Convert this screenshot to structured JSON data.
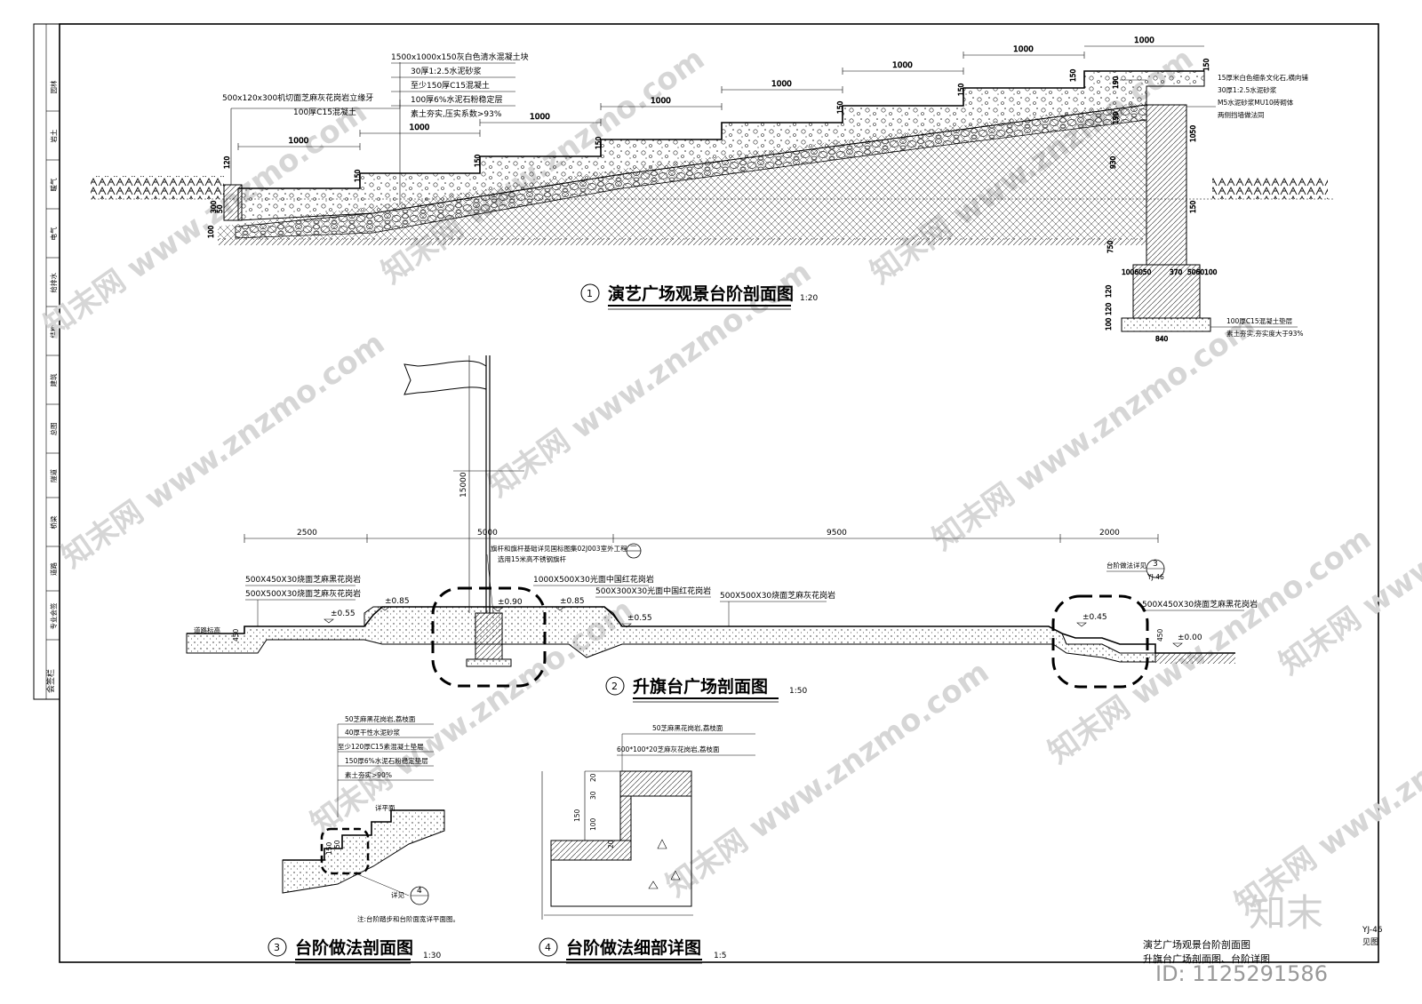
{
  "side_strip": {
    "labels": [
      "园林",
      "岩土",
      "暖气",
      "电气",
      "给排水",
      "结构",
      "建筑",
      "总图",
      "隧道",
      "桥梁",
      "道路",
      "专业会签"
    ],
    "signature_label": "会签栏"
  },
  "figure1": {
    "num": "1",
    "title": "演艺广场观景台阶剖面图",
    "scale": "1:20",
    "notes_left": [
      "500x120x300机切面芝麻灰花岗岩立缘牙",
      "100厚C15混凝土"
    ],
    "notes_center": [
      "1500x1000x150灰白色清水混凝土块",
      "30厚1:2.5水泥砂浆",
      "至少150厚C15混凝土",
      "100厚6%水泥石粉稳定层",
      "素土夯实,压实系数>93%"
    ],
    "notes_right": [
      "15厚米白色细条文化石,横向铺",
      "30厚1:2.5水泥砂浆",
      "M5水泥砂浆MU10砖砌体",
      "两侧挡墙做法同"
    ],
    "notes_bottom": [
      "100厚C15混凝土垫层",
      "素土夯实,夯实度大于93%"
    ],
    "dims": [
      "1000",
      "1000",
      "1000",
      "1000",
      "1000",
      "1000",
      "1000",
      "120",
      "150",
      "150",
      "150",
      "150",
      "150",
      "150",
      "100",
      "300",
      "50",
      "150",
      "190",
      "190",
      "1050",
      "150",
      "750",
      "120",
      "120",
      "100",
      "1006050",
      "370",
      "5060100",
      "840",
      "930"
    ]
  },
  "figure2": {
    "num": "2",
    "title": "升旗台广场剖面图",
    "scale": "1:50",
    "pole_height": "15000",
    "dims_top": [
      "2500",
      "5000",
      "9500",
      "2000"
    ],
    "notes": [
      "旗杆和旗杆基础详见国标图集02J003室外工程",
      "选用15米高不锈钢旗杆",
      "500X450X30烧面芝麻黑花岗岩",
      "500X500X30烧面芝麻灰花岗岩",
      "1000X500X30光面中国红花岗岩",
      "500X300X30光面中国红花岗岩",
      "500X500X30烧面芝麻灰花岗岩",
      "台阶做法详见",
      "500X450X30烧面芝麻黑花岗岩",
      "道路标高"
    ],
    "elevations": [
      "±0.85",
      "±0.55",
      "±0.90",
      "±0.85",
      "±0.55",
      "±0.45",
      "±0.00"
    ],
    "dims_side": [
      "450",
      "450"
    ],
    "ref_detail": "3",
    "ref_sheet": "YJ-46",
    "ref_pole": "一"
  },
  "figure3": {
    "num": "3",
    "title": "台阶做法剖面图",
    "scale": "1:30",
    "notes": [
      "50芝麻黑花岗岩,荔枝面",
      "40厚干性水泥砂浆",
      "至少120厚C15素混凝土垫层",
      "150厚6%水泥石粉稳定垫层",
      "素土夯实>90%"
    ],
    "footnote": "注:台阶踏步和台阶面宽详平面图。",
    "label_flat": "详平面",
    "dims": [
      "150",
      "50"
    ],
    "ref_detail": "4",
    "ref_text": "详见"
  },
  "figure4": {
    "num": "4",
    "title": "台阶做法细部详图",
    "scale": "1:5",
    "notes": [
      "50芝麻黑花岗岩,荔枝面",
      "600*100*20芝麻灰花岗岩,荔枝面"
    ],
    "dims": [
      "20",
      "30",
      "150",
      "100",
      "20"
    ]
  },
  "title_block": {
    "line1": "演艺广场观景台阶剖面图",
    "line2": "升旗台广场剖面图、台阶详图",
    "sheet_code": "YJ-46",
    "sheet_ref": "见图"
  },
  "watermark": {
    "text": "www.znzmo.com",
    "brand_cn": "知末网",
    "logo_text": "知末",
    "id_text": "ID: 1125291586"
  }
}
